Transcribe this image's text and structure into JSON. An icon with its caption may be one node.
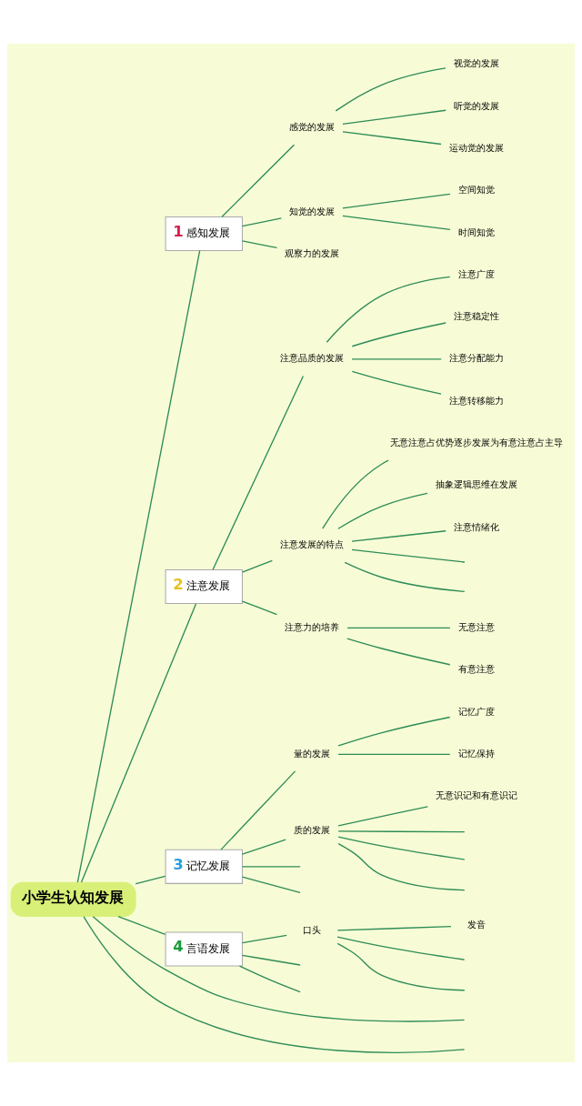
{
  "diagram": {
    "nodes": [
      {
        "text": [
          "小学生认知发展"
        ]
      },
      {
        "text": [
          "1",
          "感知发展"
        ]
      },
      {
        "text": [
          "感觉的发展"
        ]
      },
      {
        "text": [
          "视觉的发展"
        ]
      },
      {
        "text": [
          "听觉的发展"
        ]
      },
      {
        "text": [
          "运动觉的发展"
        ]
      },
      {
        "text": [
          "知觉的发展"
        ]
      },
      {
        "text": [
          "空间知觉"
        ]
      },
      {
        "text": [
          "时间知觉"
        ]
      },
      {
        "text": [
          "观察力的发展"
        ]
      },
      {
        "text": [
          "2",
          "注意发展"
        ]
      },
      {
        "text": [
          "注意品质的发展"
        ]
      },
      {
        "text": [
          "注意广度"
        ]
      },
      {
        "text": [
          "注意稳定性"
        ]
      },
      {
        "text": [
          "注意分配能力"
        ]
      },
      {
        "text": [
          "注意转移能力"
        ]
      },
      {
        "text": [
          "注意发展的特点"
        ]
      },
      {
        "text": [
          "无意注意占优势逐步发展为有意注意占主导"
        ]
      },
      {
        "text": [
          "抽象逻辑思维在发展"
        ]
      },
      {
        "text": [
          "注意情绪化"
        ]
      },
      {
        "text": [
          "注意力的培养"
        ]
      },
      {
        "text": [
          "无意注意"
        ]
      },
      {
        "text": [
          "有意注意"
        ]
      },
      {
        "text": [
          "3",
          "记忆发展"
        ]
      },
      {
        "text": [
          "量的发展"
        ]
      },
      {
        "text": [
          "记忆广度"
        ]
      },
      {
        "text": [
          "记忆保持"
        ]
      },
      {
        "text": [
          "质的发展"
        ]
      },
      {
        "text": [
          "无意识记和有意识记"
        ]
      },
      {
        "text": [
          "4",
          "言语发展"
        ]
      },
      {
        "text": [
          "口头"
        ]
      },
      {
        "text": [
          "发音"
        ]
      }
    ],
    "edges": [
      {
        "from": 0,
        "to": 1,
        "arrow": "none"
      },
      {
        "from": 1,
        "to": 2,
        "arrow": "none"
      },
      {
        "from": 2,
        "to": 3,
        "arrow": "none"
      },
      {
        "from": 2,
        "to": 4,
        "arrow": "none"
      },
      {
        "from": 2,
        "to": 5,
        "arrow": "none"
      },
      {
        "from": 1,
        "to": 6,
        "arrow": "none"
      },
      {
        "from": 6,
        "to": 7,
        "arrow": "none"
      },
      {
        "from": 6,
        "to": 8,
        "arrow": "none"
      },
      {
        "from": 1,
        "to": 9,
        "arrow": "none"
      },
      {
        "from": 0,
        "to": 10,
        "arrow": "none"
      },
      {
        "from": 10,
        "to": 11,
        "arrow": "none"
      },
      {
        "from": 11,
        "to": 12,
        "arrow": "none"
      },
      {
        "from": 11,
        "to": 13,
        "arrow": "none"
      },
      {
        "from": 11,
        "to": 14,
        "arrow": "none"
      },
      {
        "from": 11,
        "to": 15,
        "arrow": "none"
      },
      {
        "from": 10,
        "to": 16,
        "arrow": "none"
      },
      {
        "from": 16,
        "to": 17,
        "arrow": "none"
      },
      {
        "from": 16,
        "to": 18,
        "arrow": "none"
      },
      {
        "from": 16,
        "to": 19,
        "arrow": "none"
      },
      {
        "from": 16,
        "to": null,
        "arrow": "none"
      },
      {
        "from": 16,
        "to": null,
        "arrow": "none"
      },
      {
        "from": 10,
        "to": 20,
        "arrow": "none"
      },
      {
        "from": 20,
        "to": 21,
        "arrow": "none"
      },
      {
        "from": 20,
        "to": 22,
        "arrow": "none"
      },
      {
        "from": 0,
        "to": 23,
        "arrow": "none"
      },
      {
        "from": 23,
        "to": 24,
        "arrow": "none"
      },
      {
        "from": 24,
        "to": 25,
        "arrow": "none"
      },
      {
        "from": 24,
        "to": 26,
        "arrow": "none"
      },
      {
        "from": 23,
        "to": 27,
        "arrow": "none"
      },
      {
        "from": 27,
        "to": 28,
        "arrow": "none"
      },
      {
        "from": 27,
        "to": null,
        "arrow": "none"
      },
      {
        "from": 27,
        "to": null,
        "arrow": "none"
      },
      {
        "from": 27,
        "to": null,
        "arrow": "none"
      },
      {
        "from": 23,
        "to": null,
        "arrow": "none"
      },
      {
        "from": 23,
        "to": null,
        "arrow": "none"
      },
      {
        "from": 0,
        "to": 29,
        "arrow": "none"
      },
      {
        "from": 29,
        "to": 30,
        "arrow": "none"
      },
      {
        "from": 30,
        "to": 31,
        "arrow": "none"
      },
      {
        "from": 30,
        "to": null,
        "arrow": "none"
      },
      {
        "from": 30,
        "to": null,
        "arrow": "none"
      },
      {
        "from": 29,
        "to": null,
        "arrow": "none"
      },
      {
        "from": 29,
        "to": null,
        "arrow": "none"
      },
      {
        "from": 0,
        "to": null,
        "arrow": "none"
      },
      {
        "from": 0,
        "to": null,
        "arrow": "none"
      }
    ]
  }
}
